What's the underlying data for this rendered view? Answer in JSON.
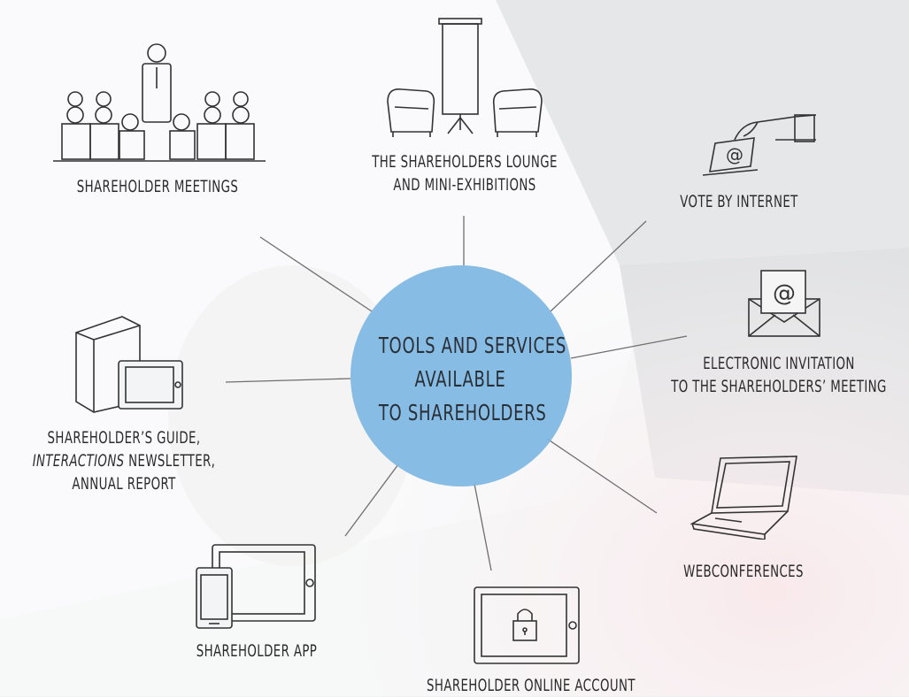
{
  "center": {
    "line1": "TOOLS AND SERVICES",
    "line2": "AVAILABLE",
    "line3": "TO SHAREHOLDERS",
    "color": "#7db6e2"
  },
  "nodes": {
    "meetings": {
      "label": "SHAREHOLDER MEETINGS",
      "icon": "audience-icon"
    },
    "lounge": {
      "line1": "THE SHAREHOLDERS LOUNGE",
      "line2": "AND MINI-EXHIBITIONS",
      "icon": "lounge-easel-icon"
    },
    "vote": {
      "label": "VOTE BY INTERNET",
      "icon": "ballot-hand-icon"
    },
    "invitation": {
      "line1": "ELECTRONIC INVITATION",
      "line2": "TO THE SHAREHOLDERS’ MEETING",
      "icon": "email-envelope-icon"
    },
    "webconf": {
      "label": "WEBCONFERENCES",
      "icon": "laptop-icon"
    },
    "account": {
      "label": "SHAREHOLDER ONLINE ACCOUNT",
      "icon": "tablet-lock-icon"
    },
    "app": {
      "label": "SHAREHOLDER APP",
      "icon": "devices-icon"
    },
    "guide": {
      "line1": "SHAREHOLDER’S GUIDE,",
      "line2_italic": "INTERACTIONS",
      "line2_rest": " NEWSLETTER,",
      "line3": "ANNUAL REPORT",
      "icon": "book-tablet-icon"
    }
  }
}
